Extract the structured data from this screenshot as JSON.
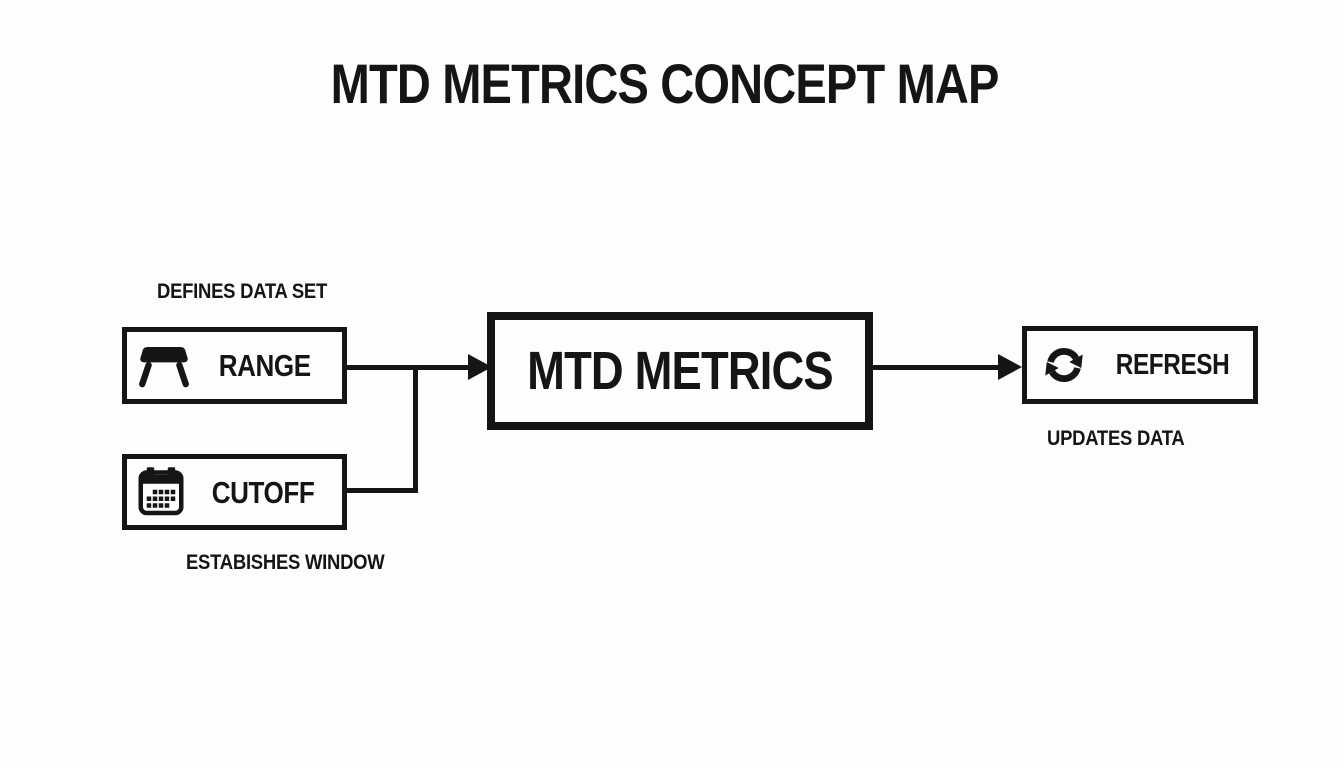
{
  "title": "MTD METRICS CONCEPT MAP",
  "colors": {
    "ink": "#171513",
    "background": "#fcfdfd"
  },
  "nodes": {
    "range": {
      "label": "RANGE",
      "icon": "table-icon",
      "annotation": "DEFINES DATA SET"
    },
    "cutoff": {
      "label": "CUTOFF",
      "icon": "calendar-icon",
      "annotation": "ESTABISHES WINDOW"
    },
    "mtd": {
      "label": "MTD METRICS"
    },
    "refresh": {
      "label": "REFRESH",
      "icon": "refresh-icon",
      "annotation": "UPDATES DATA"
    }
  },
  "edges": [
    {
      "from": "range",
      "to": "mtd"
    },
    {
      "from": "cutoff",
      "to": "mtd"
    },
    {
      "from": "mtd",
      "to": "refresh"
    }
  ]
}
